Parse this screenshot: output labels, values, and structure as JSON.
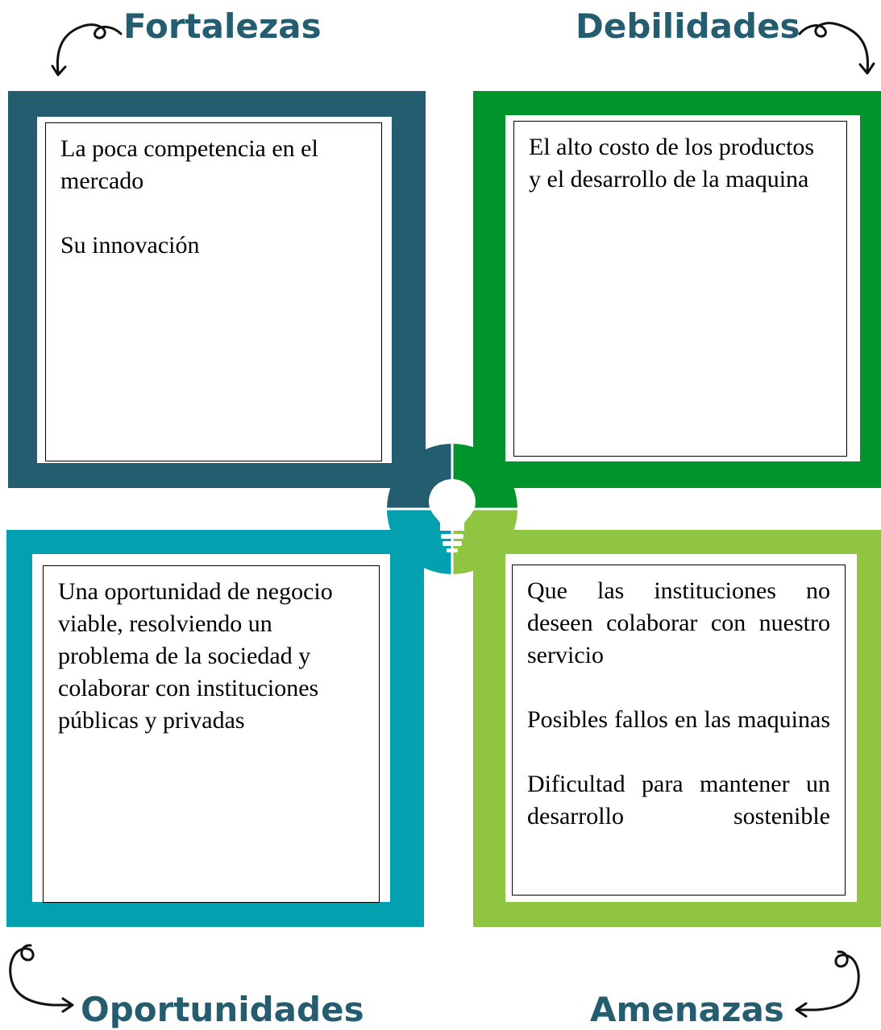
{
  "titles": {
    "top_left": "Fortalezas",
    "top_right": "Debilidades",
    "bottom_left": "Oportunidades",
    "bottom_right": "Amenazas"
  },
  "quadrants": {
    "fortalezas": {
      "color": "#255d70",
      "paragraphs": [
        "La poca competencia en el mercado",
        "Su innovación"
      ]
    },
    "debilidades": {
      "color": "#02942c",
      "paragraphs": [
        "El alto costo de los productos y el desarrollo de la maquina"
      ]
    },
    "oportunidades": {
      "color": "#03a0b0",
      "paragraphs": [
        "Una oportunidad de negocio viable, resolviendo un problema de la sociedad y colaborar con instituciones públicas y privadas"
      ]
    },
    "amenazas": {
      "color": "#8fc541",
      "paragraphs": [
        "Que las instituciones no deseen colaborar con nuestro servicio",
        "Posibles fallos en las maquinas",
        "Dificultad para mantener un desarrollo sostenible"
      ]
    }
  },
  "center_icon": "lightbulb-icon",
  "decor_icons": [
    "curly-arrow-icon"
  ]
}
